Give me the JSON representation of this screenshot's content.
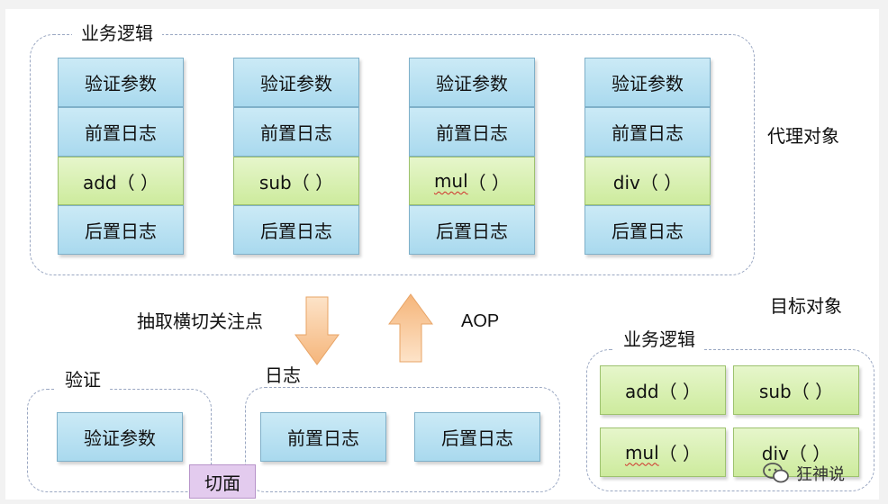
{
  "proxy": {
    "group_label": "业务逻辑",
    "side_label": "代理对象",
    "columns": [
      {
        "validate": "验证参数",
        "pre": "前置日志",
        "method": "add（ ）",
        "post": "后置日志"
      },
      {
        "validate": "验证参数",
        "pre": "前置日志",
        "method": "sub（ ）",
        "post": "后置日志"
      },
      {
        "validate": "验证参数",
        "pre": "前置日志",
        "method_name": "mul",
        "method_paren": "（ ）",
        "post": "后置日志"
      },
      {
        "validate": "验证参数",
        "pre": "前置日志",
        "method": "div（ ）",
        "post": "后置日志"
      }
    ]
  },
  "arrows": {
    "down_label": "抽取横切关注点",
    "up_label": "AOP"
  },
  "aspects": {
    "validate_group": {
      "label": "验证",
      "box": "验证参数"
    },
    "log_group": {
      "label": "日志",
      "pre": "前置日志",
      "post": "后置日志"
    },
    "aspect_tag": "切面"
  },
  "target": {
    "side_label": "目标对象",
    "group_label": "业务逻辑",
    "methods": {
      "add": "add（ ）",
      "sub": "sub（ ）",
      "mul_name": "mul",
      "mul_paren": "（ ）",
      "div": "div（ ）"
    }
  },
  "watermark": "狂神说",
  "colors": {
    "blue_box": "#a9d9ee",
    "green_box": "#cdeb9d",
    "aspect_tag": "#e3cbee",
    "arrow": "#f5b57a"
  }
}
